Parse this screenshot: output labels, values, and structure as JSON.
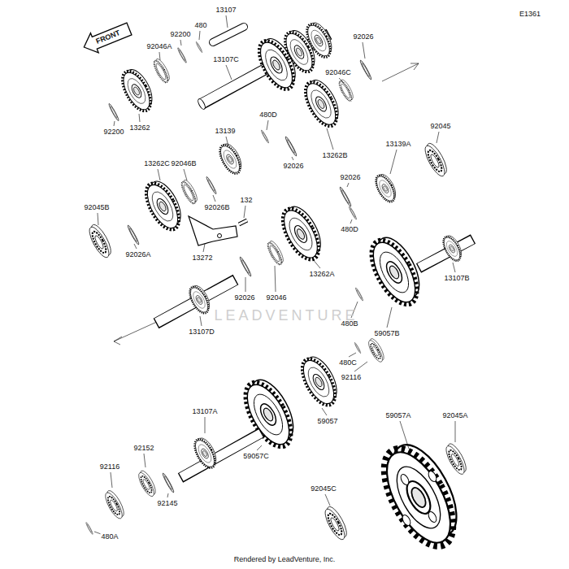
{
  "diagram": {
    "labels": [
      "E1361",
      "FRONT",
      "13107",
      "92200",
      "480",
      "92046A",
      "13107C",
      "92026",
      "92046C",
      "92200",
      "13262",
      "480D",
      "13139",
      "92026",
      "13262B",
      "92045",
      "13262C",
      "92046B",
      "13139A",
      "92026B",
      "132",
      "92026",
      "92045B",
      "92026A",
      "480D",
      "13272",
      "92026",
      "92046",
      "13262A",
      "13107B",
      "59057B",
      "480B",
      "13107D",
      "480C",
      "92116",
      "13107A",
      "59057",
      "59057C",
      "59057A",
      "92045A",
      "92152",
      "92116",
      "92145",
      "92045C",
      "480A",
      "LEADVENTURE",
      "Rendered by LeadVenture, Inc."
    ]
  }
}
